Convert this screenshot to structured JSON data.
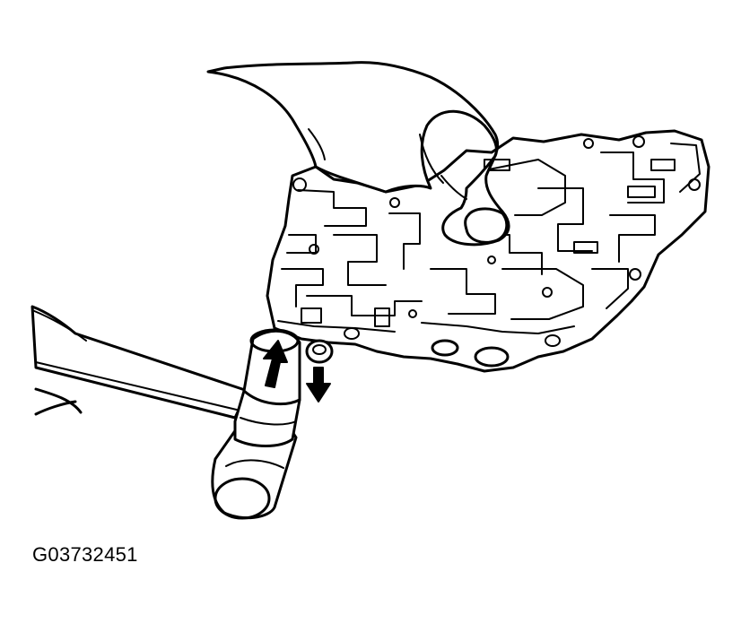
{
  "figure": {
    "caption_code": "G03732451",
    "parts": [
      "valve-body",
      "hand",
      "mallet",
      "plug"
    ],
    "arrows": [
      {
        "name": "mallet-strike-arrow",
        "direction": "up"
      },
      {
        "name": "plug-out-arrow",
        "direction": "down"
      }
    ]
  }
}
